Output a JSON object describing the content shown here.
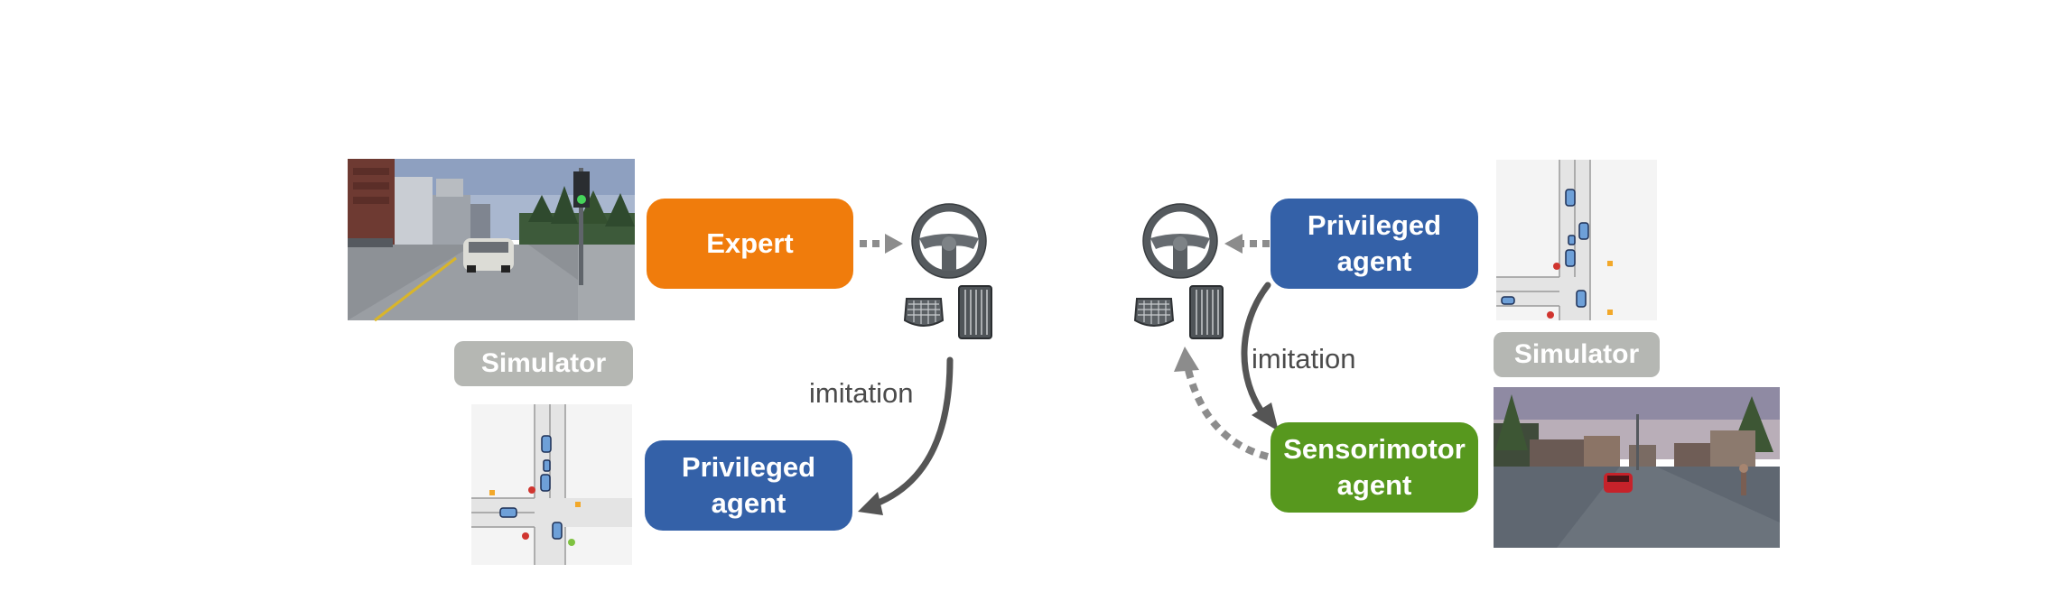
{
  "left": {
    "expert_label": "Expert",
    "simulator_label": "Simulator",
    "privileged_line1": "Privileged",
    "privileged_line2": "agent",
    "imitation_label": "imitation"
  },
  "right": {
    "privileged_line1": "Privileged",
    "privileged_line2": "agent",
    "sensorimotor_line1": "Sensorimotor",
    "sensorimotor_line2": "agent",
    "simulator_label": "Simulator",
    "imitation_label": "imitation"
  },
  "colors": {
    "expert": "#f07c0c",
    "privileged": "#3461a8",
    "sensorimotor": "#57981e",
    "simulator_tag": "#b5b7b3",
    "arrow": "#555555",
    "dashed_arrow": "#8c8c8c"
  },
  "icons": [
    "steering-wheel-icon",
    "brake-pedal-icon",
    "gas-pedal-icon"
  ]
}
